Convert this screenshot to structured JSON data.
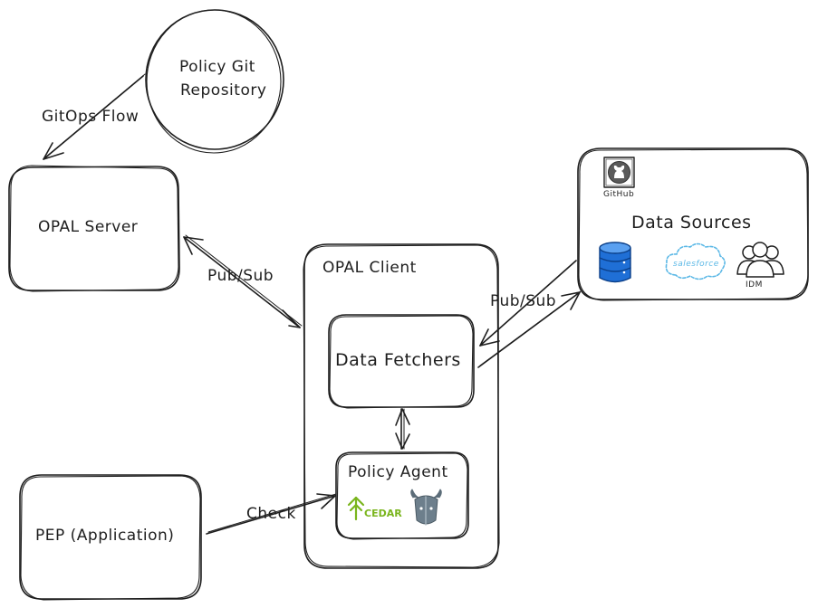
{
  "nodes": {
    "policy_repo": {
      "line1": "Policy Git",
      "line2": "Repository"
    },
    "opal_server": {
      "label": "OPAL Server"
    },
    "opal_client": {
      "label": "OPAL Client"
    },
    "data_fetchers": {
      "label": "Data Fetchers"
    },
    "policy_agent": {
      "label": "Policy Agent"
    },
    "pep": {
      "label": "PEP (Application)"
    },
    "data_sources": {
      "label": "Data Sources",
      "github_label": "GitHub",
      "salesforce_label": "salesforce",
      "idm_label": "IDM"
    },
    "cedar": {
      "label": "CEDAR"
    }
  },
  "edges": {
    "gitops": "GitOps Flow",
    "pubsub_server": "Pub/Sub",
    "pubsub_sources": "Pub/Sub",
    "check": "Check"
  },
  "colors": {
    "stroke": "#1e1e1e",
    "cedar_green": "#7ab51d",
    "db_blue": "#1f6fd6",
    "salesforce_blue": "#5bb8e6",
    "opa_gray": "#6d7f8c"
  }
}
